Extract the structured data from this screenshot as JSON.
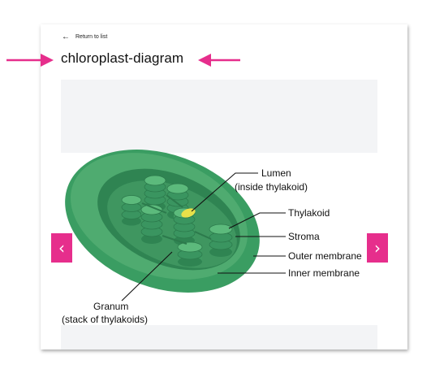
{
  "back_link": {
    "icon": "arrow-left-icon",
    "label": "Return to list"
  },
  "page_title": "chloroplast-diagram",
  "carousel": {
    "prev_icon": "chevron-left-icon",
    "prev_glyph": "‹",
    "next_icon": "chevron-right-icon",
    "next_glyph": "›",
    "accent_color": "#e62e8c"
  },
  "diagram": {
    "labels": {
      "lumen_line1": "Lumen",
      "lumen_line2": "(inside thylakoid)",
      "thylakoid": "Thylakoid",
      "stroma": "Stroma",
      "outer_membrane": "Outer membrane",
      "inner_membrane": "Inner membrane",
      "granum_line1": "Granum",
      "granum_line2": "(stack of thylakoids)"
    },
    "colors": {
      "outer": "#3a9d62",
      "inner_wall": "#56b276",
      "stack": "#4aa56b",
      "lumen": "#e8e04a"
    }
  },
  "annotation_arrows": {
    "color": "#e62e8c"
  }
}
